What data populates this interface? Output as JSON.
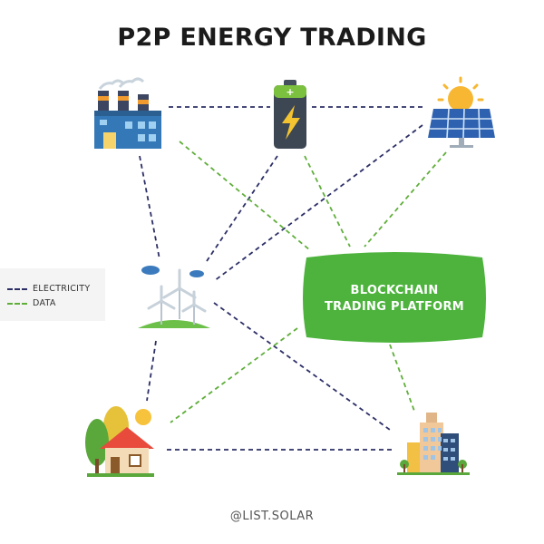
{
  "title": "P2P ENERGY TRADING",
  "legend": {
    "electricity": {
      "label": "ELECTRICITY",
      "color": "#2c2f66"
    },
    "data": {
      "label": "DATA",
      "color": "#5fae3a"
    }
  },
  "platform": {
    "line1": "BLOCKCHAIN",
    "line2": "TRADING PLATFORM",
    "color": "#4db33d"
  },
  "credit": "@LIST.SOLAR",
  "nodes": [
    {
      "id": "factory",
      "icon": "factory-icon"
    },
    {
      "id": "battery",
      "icon": "battery-icon"
    },
    {
      "id": "solar",
      "icon": "solar-panel-icon"
    },
    {
      "id": "wind",
      "icon": "wind-turbine-icon"
    },
    {
      "id": "house",
      "icon": "house-icon"
    },
    {
      "id": "city",
      "icon": "city-buildings-icon"
    }
  ],
  "electricity_links": [
    [
      "factory",
      "battery"
    ],
    [
      "battery",
      "solar"
    ],
    [
      "factory",
      "wind"
    ],
    [
      "battery",
      "wind"
    ],
    [
      "solar",
      "wind"
    ],
    [
      "wind",
      "house"
    ],
    [
      "wind",
      "city"
    ],
    [
      "house",
      "city"
    ]
  ],
  "data_links": [
    [
      "factory",
      "platform"
    ],
    [
      "battery",
      "platform"
    ],
    [
      "solar",
      "platform"
    ],
    [
      "platform",
      "house"
    ],
    [
      "platform",
      "city"
    ]
  ]
}
